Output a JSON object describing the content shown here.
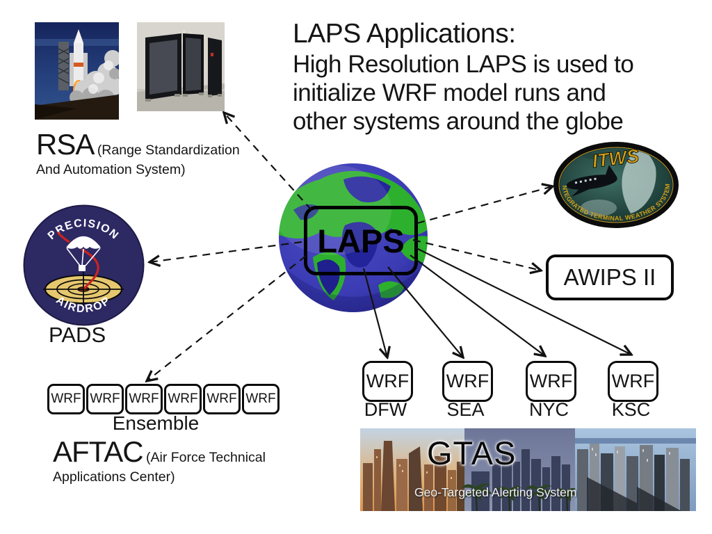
{
  "slide": {
    "title": "LAPS Applications:",
    "subtitle_lines": [
      "High Resolution LAPS is used to",
      "initialize WRF model runs and",
      "other systems around the globe"
    ]
  },
  "center_node": {
    "label": "LAPS"
  },
  "rsa": {
    "abbr": "RSA",
    "desc_line1": "(Range Standardization",
    "desc_line2": "And Automation System)"
  },
  "pads": {
    "label": "PADS",
    "badge_top": "PRECISION",
    "badge_bottom": "AIRDROP"
  },
  "itws": {
    "badge_title": "ITWS",
    "badge_subtitle": "INTEGRATED TERMINAL WEATHER SYSTEM"
  },
  "awips": {
    "label": "AWIPS II"
  },
  "ensemble": {
    "box_label": "WRF",
    "caption": "Ensemble",
    "box_count": 6
  },
  "aftac": {
    "abbr": "AFTAC",
    "desc_line1": "(Air Force Technical",
    "desc_line2": "Applications Center)"
  },
  "wrf_sites": {
    "box_label": "WRF",
    "labels": [
      "DFW",
      "SEA",
      "NYC",
      "KSC"
    ]
  },
  "gtas": {
    "title": "GTAS",
    "subtitle": "Geo-Targeted Alerting System"
  },
  "colors": {
    "ink": "#141414",
    "pads_navy": "#2d2963",
    "pads_target_gold": "#e6c76e",
    "itws_gold": "#d4a017",
    "globe_ocean": "#3b3bb4",
    "globe_land": "#2db02d"
  }
}
